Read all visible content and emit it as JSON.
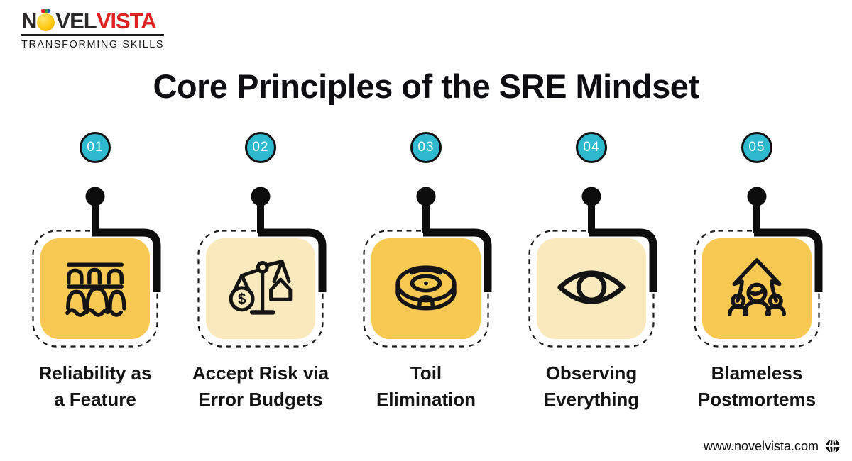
{
  "logo": {
    "brand_part1": "N",
    "brand_part2": "VEL",
    "brand_part3": "VISTA",
    "tagline": "TRANSFORMING SKILLS"
  },
  "title": "Core Principles of the SRE Mindset",
  "principles": [
    {
      "number": "01",
      "label_line1": "Reliability as",
      "label_line2": "a Feature",
      "icon": "bridge-icon",
      "card_style": "solid"
    },
    {
      "number": "02",
      "label_line1": "Accept Risk via",
      "label_line2": "Error Budgets",
      "icon": "scale-icon",
      "card_style": "light"
    },
    {
      "number": "03",
      "label_line1": "Toil",
      "label_line2": "Elimination",
      "icon": "robot-vacuum-icon",
      "card_style": "solid"
    },
    {
      "number": "04",
      "label_line1": "Observing",
      "label_line2": "Everything",
      "icon": "eye-icon",
      "card_style": "light"
    },
    {
      "number": "05",
      "label_line1": "Blameless",
      "label_line2": "Postmortems",
      "icon": "team-growth-icon",
      "card_style": "solid"
    }
  ],
  "footer": {
    "website": "www.novelvista.com",
    "icon": "globe-icon"
  },
  "colors": {
    "badge_teal": "#2fb9ce",
    "card_yellow": "#f8c952",
    "card_cream": "#fae9bd",
    "brand_red": "#e02320",
    "connector_black": "#0d0d0d",
    "ink": "#141414"
  }
}
